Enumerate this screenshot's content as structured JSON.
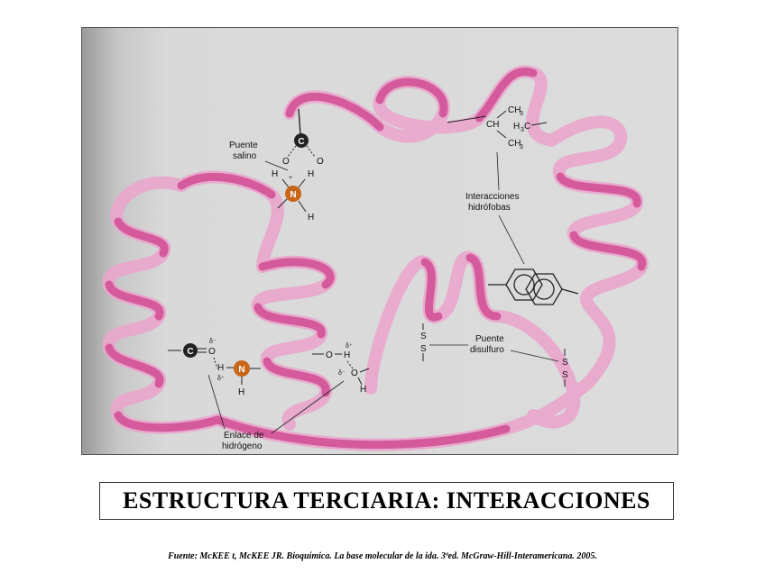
{
  "figure": {
    "labels": {
      "salt_bridge": [
        "Puente",
        "salino"
      ],
      "hydrophobic": [
        "Interacciones",
        "hidrófobas"
      ],
      "disulfide": [
        "Puente",
        "disulfuro"
      ],
      "hydrogen_bond": [
        "Enlace de",
        "hidrógeno"
      ]
    },
    "atoms": {
      "carbon": "C",
      "nitrogen": "N",
      "oxygen": "O",
      "hydrogen": "H",
      "sulfur": "S",
      "ch": "CH",
      "ch3": "CH",
      "sub3": "3",
      "plus": "+",
      "delta_plus": "δ⁺",
      "delta_minus": "δ⁻"
    },
    "colors": {
      "ribbon": "#d45a9c",
      "ribbon_light": "#eaa6cc",
      "nitrogen": "#c8661a",
      "carbon": "#222222",
      "background": "#d9d9d9"
    }
  },
  "title": "ESTRUCTURA TERCIARIA: INTERACCIONES",
  "source": "Fuente: McKEE t, McKEE JR. Bioquímica. La base molecular de la ida. 3ªed. McGraw-Hill-Interamericana. 2005."
}
